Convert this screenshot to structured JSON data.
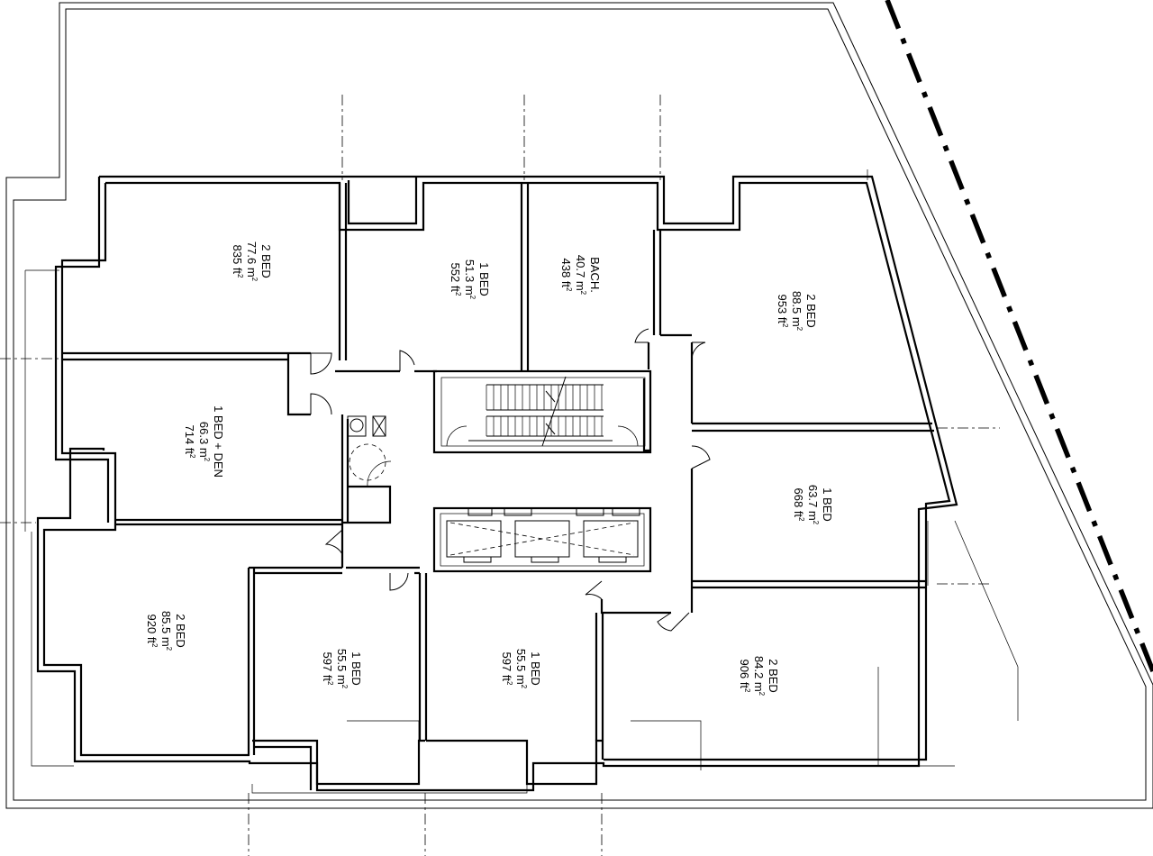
{
  "units": [
    {
      "id": "u-2bed-nw",
      "type": "2 BED",
      "area_m2": "77.6 m",
      "area_ft2": "835 ft"
    },
    {
      "id": "u-1bed-n1",
      "type": "1 BED",
      "area_m2": "51.3 m",
      "area_ft2": "552 ft"
    },
    {
      "id": "u-bach",
      "type": "BACH.",
      "area_m2": "40.7 m",
      "area_ft2": "438 ft"
    },
    {
      "id": "u-2bed-ne",
      "type": "2 BED",
      "area_m2": "88.5 m",
      "area_ft2": "953 ft"
    },
    {
      "id": "u-1bed-den",
      "type": "1 BED + DEN",
      "area_m2": "66.3 m",
      "area_ft2": "714 ft"
    },
    {
      "id": "u-1bed-e",
      "type": "1 BED",
      "area_m2": "63.7 m",
      "area_ft2": "668 ft"
    },
    {
      "id": "u-2bed-sw",
      "type": "2 BED",
      "area_m2": "85.5 m",
      "area_ft2": "920 ft"
    },
    {
      "id": "u-1bed-s1",
      "type": "1 BED",
      "area_m2": "55.5 m",
      "area_ft2": "597 ft"
    },
    {
      "id": "u-1bed-s2",
      "type": "1 BED",
      "area_m2": "55.5 m",
      "area_ft2": "597 ft"
    },
    {
      "id": "u-2bed-se",
      "type": "2 BED",
      "area_m2": "84.2 m",
      "area_ft2": "906 ft"
    }
  ],
  "superscript": "2"
}
